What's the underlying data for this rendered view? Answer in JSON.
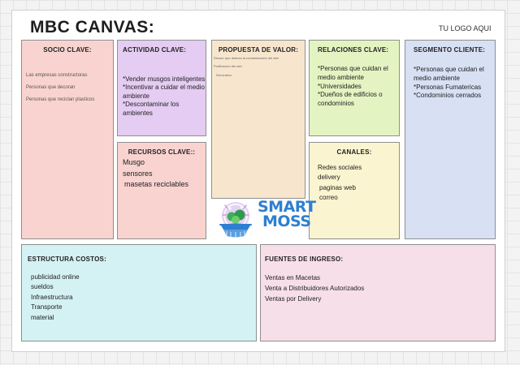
{
  "title": "MBC  CANVAS:",
  "logo_placeholder": "TU LOGO AQUI",
  "sections": {
    "socio_clave": {
      "label": "SOCIO CLAVE:",
      "items": [
        "Las empresas constructoras",
        "Personas que decoran",
        "Personas que reciclan plasticos"
      ]
    },
    "actividad_clave": {
      "label": "ACTIVIDAD CLAVE:",
      "items": [
        "*Vender musgos inteligentes",
        "*Incentivar a cuidar el medio ambiente",
        "*Descontaminar los ambientes"
      ]
    },
    "recursos_clave": {
      "label": "RECURSOS CLAVE::",
      "items": [
        "Musgo",
        "sensores",
        "masetas reciclables"
      ]
    },
    "propuesta_valor": {
      "label": "PROPUESTA DE VALOR:",
      "items": [
        "Sensor que detecta la contaminación del aire",
        "Purificación del aire",
        "Decorativo"
      ]
    },
    "relaciones_clave": {
      "label": "RELACIONES CLAVE:",
      "items": [
        "*Personas que cuidan el medio ambiente",
        "*Universidades",
        "*Dueños de edificios o condominios"
      ]
    },
    "canales": {
      "label": "CANALES:",
      "items": [
        "Redes sociales",
        "delivery",
        "paginas web",
        "correo"
      ]
    },
    "segmento_cliente": {
      "label": "SEGMENTO CLIENTE:",
      "items": [
        "*Personas que cuidan el medio ambiente",
        "*Personas Fumatericas",
        "*Condominios cerrados"
      ]
    },
    "estructura_costos": {
      "label": "ESTRUCTURA COSTOS:",
      "items": [
        "publicidad online",
        "sueldos",
        "Infraestructura",
        "Transporte",
        "material"
      ]
    },
    "fuentes_ingreso": {
      "label": "FUENTES DE INGRESO:",
      "items": [
        "Ventas en Macetas",
        "Venta a Distribuidores Autorizados",
        "Ventas por Delivery"
      ]
    }
  },
  "brand": {
    "line1": "SMART",
    "line2": "MOSS",
    "icon": "moss-terrarium-icon",
    "color": "#2e7fd0"
  }
}
